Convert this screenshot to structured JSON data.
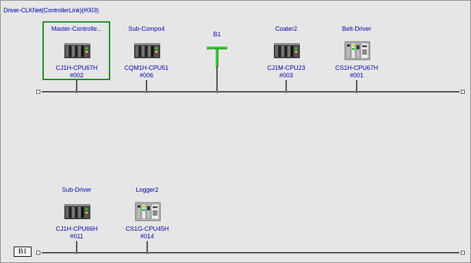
{
  "network_title": "Driver-CLKNet(ControllerLink)(#003)",
  "top_nodes": [
    {
      "name": "Master-Controlle...",
      "model": "CJ1H-CPU67H",
      "address": "#002",
      "icon": "cj-plc-icon",
      "selected": true
    },
    {
      "name": "Sub-Compo4",
      "model": "CQM1H-CPU51",
      "address": "#006",
      "icon": "cj-plc-icon",
      "selected": false
    },
    {
      "name": "Coater2",
      "model": "CJ1M-CPU23",
      "address": "#003",
      "icon": "cj-plc-icon",
      "selected": false
    },
    {
      "name": "Belt-Driver",
      "model": "CS1H-CPU67H",
      "address": "#001",
      "icon": "cs-plc-icon",
      "selected": false
    }
  ],
  "branch": {
    "label": "B1",
    "icon": "branch-t-icon",
    "color": "#33cc33"
  },
  "bottom_nodes": [
    {
      "name": "Sub-Driver",
      "model": "CJ1H-CPU66H",
      "address": "#011",
      "icon": "cj-plc-icon",
      "selected": false
    },
    {
      "name": "Logger2",
      "model": "CS1G-CPU45H",
      "address": "#014",
      "icon": "cs-plc-icon",
      "selected": false
    }
  ],
  "bottom_bus_label": "B1",
  "colors": {
    "text": "#0000a8",
    "selection": "#1a8a1a",
    "background": "#e6e6e6"
  }
}
